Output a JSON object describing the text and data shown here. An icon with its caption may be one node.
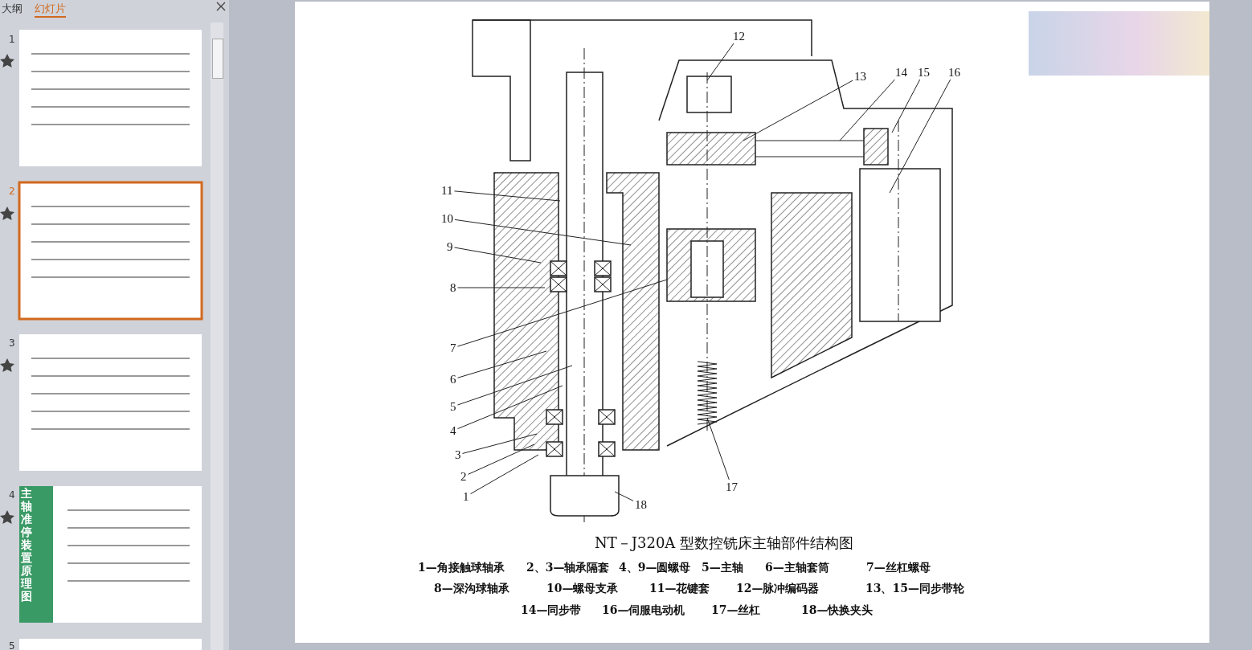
{
  "diagram": {
    "caption": "NT－J320A 型数控铣床主轴部件结构图",
    "nodes": [
      {
        "text": [
          "1"
        ]
      },
      {
        "text": [
          "2"
        ]
      },
      {
        "text": [
          "3"
        ]
      },
      {
        "text": [
          "4"
        ]
      },
      {
        "text": [
          "5"
        ]
      },
      {
        "text": [
          "6"
        ]
      },
      {
        "text": [
          "7"
        ]
      },
      {
        "text": [
          "8"
        ]
      },
      {
        "text": [
          "9"
        ]
      },
      {
        "text": [
          "10"
        ]
      },
      {
        "text": [
          "11"
        ]
      },
      {
        "text": [
          "12"
        ]
      },
      {
        "text": [
          "13"
        ]
      },
      {
        "text": [
          "14"
        ]
      },
      {
        "text": [
          "15"
        ]
      },
      {
        "text": [
          "16"
        ]
      },
      {
        "text": [
          "17"
        ]
      },
      {
        "text": [
          "18"
        ]
      }
    ],
    "edges": [
      {
        "from": 0,
        "to": null,
        "arrow": "none"
      },
      {
        "from": 1,
        "to": null,
        "arrow": "none"
      },
      {
        "from": 2,
        "to": null,
        "arrow": "none"
      },
      {
        "from": 3,
        "to": null,
        "arrow": "none"
      },
      {
        "from": 4,
        "to": null,
        "arrow": "none"
      },
      {
        "from": 5,
        "to": null,
        "arrow": "none"
      },
      {
        "from": 6,
        "to": null,
        "arrow": "none"
      },
      {
        "from": 7,
        "to": null,
        "arrow": "none"
      },
      {
        "from": 8,
        "to": null,
        "arrow": "none"
      },
      {
        "from": 9,
        "to": null,
        "arrow": "none"
      },
      {
        "from": 10,
        "to": null,
        "arrow": "none"
      },
      {
        "from": 11,
        "to": null,
        "arrow": "none"
      },
      {
        "from": 12,
        "to": null,
        "arrow": "none"
      },
      {
        "from": 13,
        "to": null,
        "arrow": "none"
      },
      {
        "from": 14,
        "to": null,
        "arrow": "none"
      },
      {
        "from": 15,
        "to": null,
        "arrow": "none"
      },
      {
        "from": 16,
        "to": null,
        "arrow": "none"
      },
      {
        "from": 17,
        "to": null,
        "arrow": "none"
      }
    ],
    "labels": [
      "大纲",
      "幻灯片",
      "1",
      "2",
      "3",
      "4",
      "主轴准停装置原理图",
      "5",
      "1—角接触球轴承",
      "2、3—轴承隔套",
      "4、9—圆螺母",
      "5—主轴",
      "6—主轴套筒",
      "7—丝杠螺母",
      "8—深沟球轴承",
      "10—螺母支承",
      "11—花键套",
      "12—脉冲编码器",
      "13、15—同步带轮",
      "14—同步带",
      "16—伺服电动机",
      "17—丝杠",
      "18—快换夹头"
    ]
  }
}
